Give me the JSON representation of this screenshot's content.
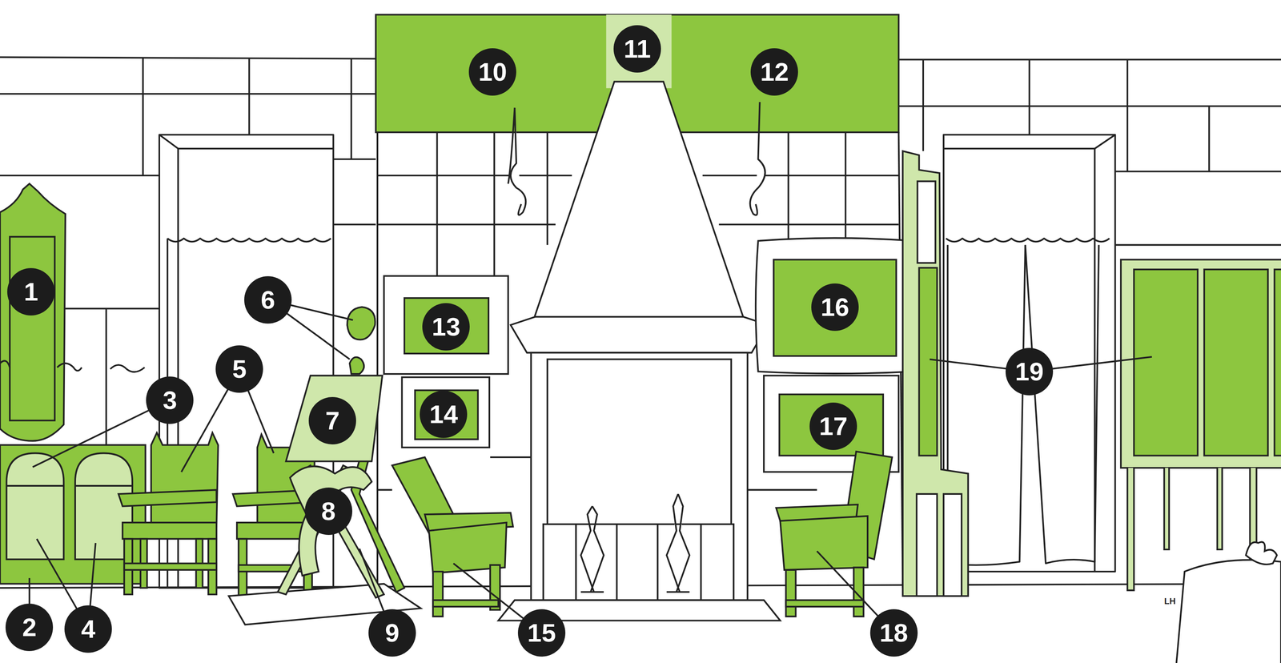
{
  "diagram": {
    "labels": [
      "1",
      "2",
      "3",
      "4",
      "5",
      "6",
      "7",
      "8",
      "9",
      "10",
      "11",
      "12",
      "13",
      "14",
      "15",
      "16",
      "17",
      "18",
      "19",
      "LH"
    ]
  }
}
